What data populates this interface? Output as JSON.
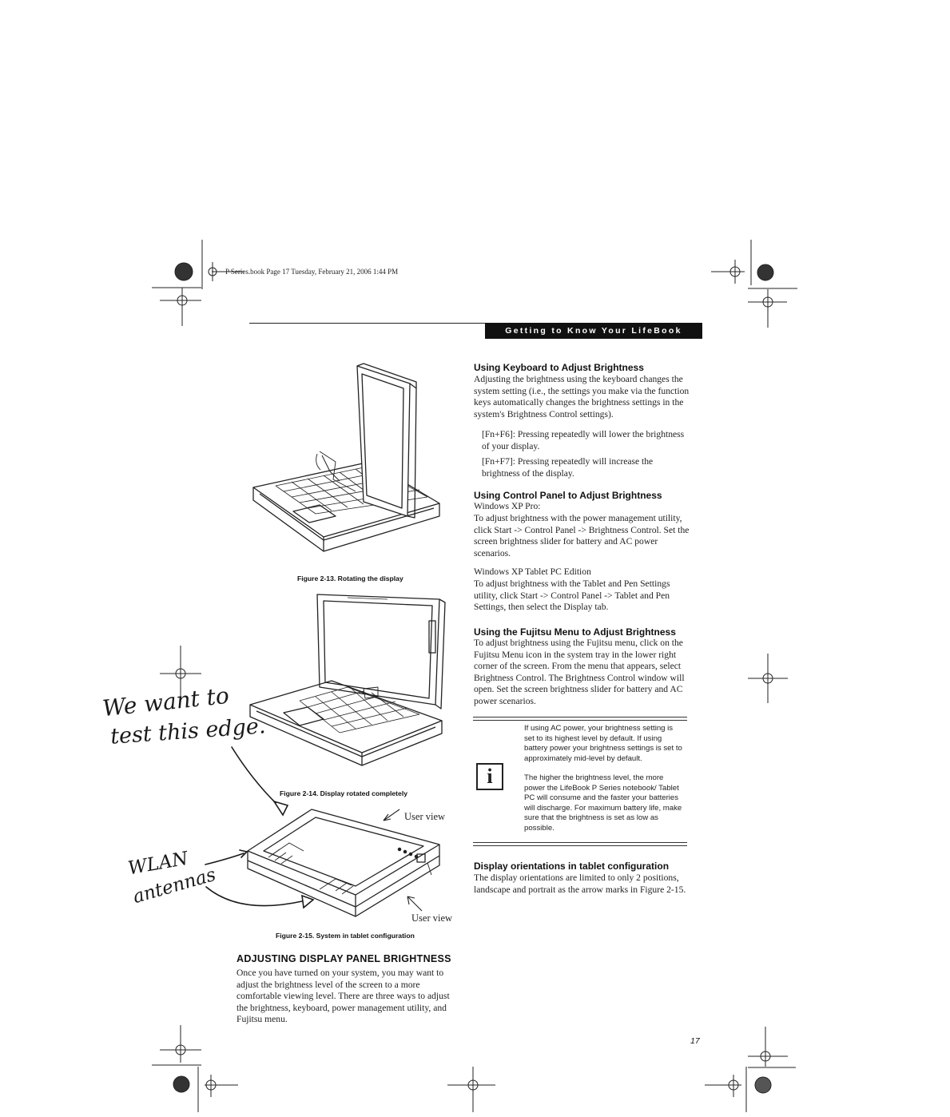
{
  "slug": "P Series.book  Page 17  Tuesday, February 21, 2006  1:44 PM",
  "header": {
    "running_title": "Getting to Know Your LifeBook"
  },
  "figures": {
    "fig13_caption": "Figure 2-13. Rotating the display",
    "fig14_caption": "Figure 2-14. Display rotated completely",
    "fig15_caption": "Figure 2-15. System in tablet configuration",
    "user_view_label": "User view"
  },
  "annotations": {
    "edge_note_line1": "We want to",
    "edge_note_line2": "test this edge.",
    "wlan_line1": "WLAN",
    "wlan_line2": "antennas"
  },
  "left_column": {
    "heading": "ADJUSTING DISPLAY PANEL BRIGHTNESS",
    "para": "Once you have turned on your system, you may want to adjust the brightness level of the screen to a more comfortable viewing level. There are three ways to adjust the brightness, keyboard, power management utility, and Fujitsu menu."
  },
  "right_column": {
    "kb_heading": "Using Keyboard to Adjust Brightness",
    "kb_para": "Adjusting the brightness using the keyboard changes the system setting (i.e., the settings you make via the function keys automatically changes the brightness settings in the system's Brightness Control settings).",
    "kb_item1": "[Fn+F6]: Pressing repeatedly will lower the brightness of your display.",
    "kb_item2": "[Fn+F7]: Pressing repeatedly will increase the brightness of the display.",
    "cp_heading": "Using Control Panel to Adjust Brightness",
    "cp_sub1": "Windows XP Pro:",
    "cp_para1": "To adjust brightness with the power management utility, click Start -> Control Panel -> Brightness Control. Set the screen brightness slider for battery and AC power scenarios.",
    "cp_sub2": "Windows XP Tablet PC Edition",
    "cp_para2": "To adjust brightness with the Tablet and Pen Settings utility, click Start -> Control Panel -> Tablet and Pen Settings, then select the Display tab.",
    "fm_heading": "Using the Fujitsu Menu to Adjust Brightness",
    "fm_para": "To adjust brightness using the Fujitsu menu, click on the Fujitsu Menu icon in the system tray in the lower right corner of the screen. From the menu that appears, select Brightness Control. The Brightness Control window will open. Set the screen brightness slider for battery and AC power scenarios.",
    "note_para1": "If using AC power, your brightness setting is set to its highest level by default. If using battery power your brightness settings is set to approximately mid-level by default.",
    "note_para2": "The higher the brightness level, the more power the LifeBook P Series notebook/ Tablet PC will consume and the faster your batteries will discharge. For maximum battery life, make sure that the brightness is set as low as possible.",
    "note_icon": "info-icon",
    "do_heading": "Display orientations in tablet configuration",
    "do_para": "The display orientations are limited to only 2 positions, landscape and portrait as the arrow marks in Figure 2-15."
  },
  "page_number": "17"
}
